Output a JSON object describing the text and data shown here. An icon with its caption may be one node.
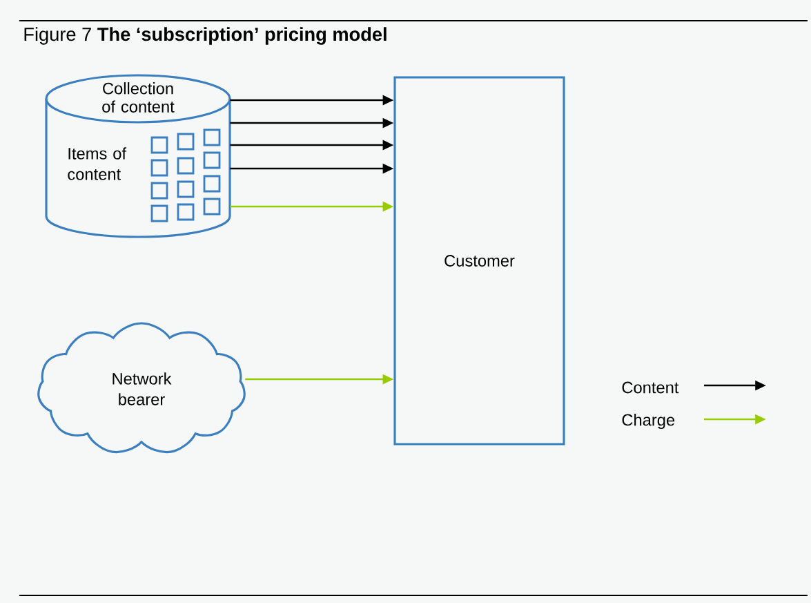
{
  "diagram": {
    "title": "Figure 7 **The ‘subscription’ pricing model**",
    "nodes": [
      {
        "text": [
          "Collection of content",
          "Items of content"
        ]
      },
      {
        "text": [
          "Network bearer"
        ]
      },
      {
        "text": [
          "Customer"
        ]
      }
    ],
    "edges": [
      {
        "from": 0,
        "to": 2,
        "arrow": "to"
      },
      {
        "from": 0,
        "to": 2,
        "arrow": "to"
      },
      {
        "from": 0,
        "to": 2,
        "arrow": "to"
      },
      {
        "from": 0,
        "to": 2,
        "arrow": "to"
      },
      {
        "from": 0,
        "to": 2,
        "arrow": "to",
        "color": "#99cc00"
      },
      {
        "from": 1,
        "to": 2,
        "arrow": "to",
        "color": "#99cc00"
      }
    ],
    "legend": [
      {
        "text": "Content"
      },
      {
        "text": "Charge"
      }
    ]
  }
}
